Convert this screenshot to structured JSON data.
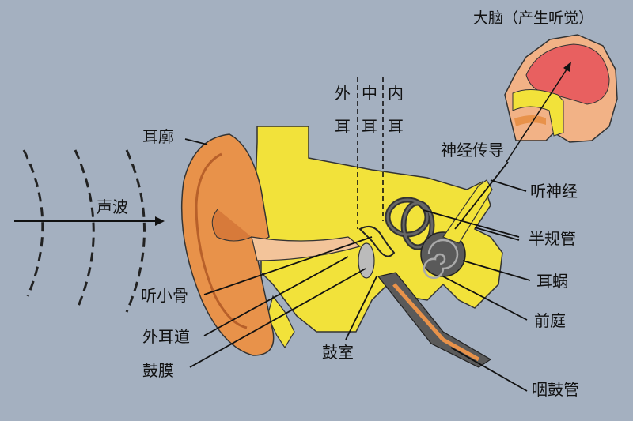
{
  "colors": {
    "background": "#a4b0c0",
    "outer_ear": "#e8924a",
    "bone": "#f2e23a",
    "cochlea": "#5a5a5a",
    "brain": "#e86060",
    "skin": "#f2b286"
  },
  "labels": {
    "brain": "大脑（产生听觉）",
    "outer_top": "外",
    "outer_bottom": "耳",
    "middle_top": "中",
    "middle_bottom": "耳",
    "inner_top": "内",
    "inner_bottom": "耳",
    "pinna": "耳廓",
    "sound_wave": "声波",
    "nerve_conduction": "神经传导",
    "auditory_nerve": "听神经",
    "semicircular_canals": "半规管",
    "cochlea": "耳蜗",
    "vestibule": "前庭",
    "ossicles": "听小骨",
    "ear_canal": "外耳道",
    "eardrum": "鼓膜",
    "tympanic_cavity": "鼓室",
    "eustachian_tube": "咽鼓管"
  }
}
